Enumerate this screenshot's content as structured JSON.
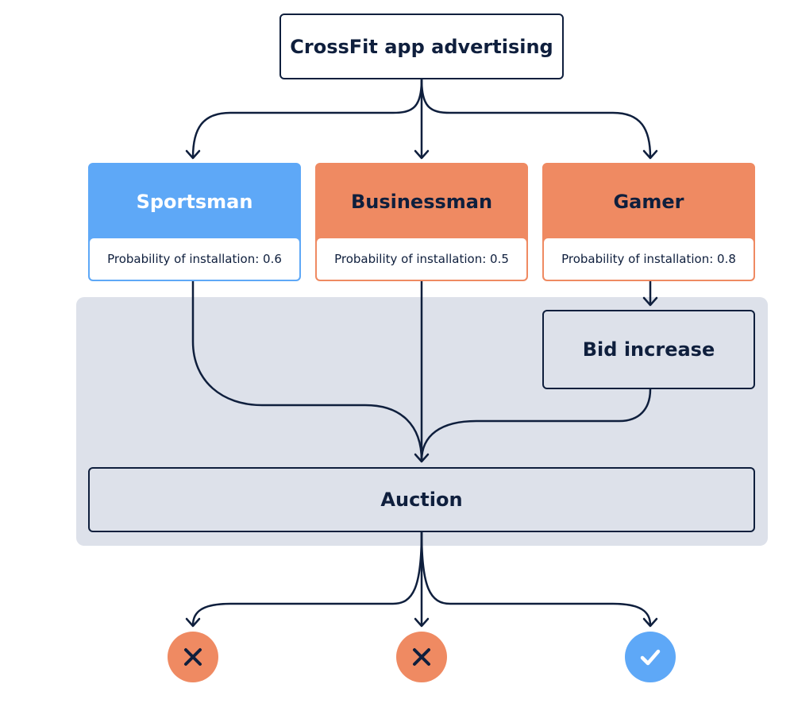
{
  "title": "CrossFit app advertising",
  "segments": [
    {
      "name": "Sportsman",
      "probability_label": "Probability of installation: 0.6",
      "probability": 0.6,
      "color": "#5ea8f7"
    },
    {
      "name": "Businessman",
      "probability_label": "Probability of installation: 0.5",
      "probability": 0.5,
      "color": "#ef8a62"
    },
    {
      "name": "Gamer",
      "probability_label": "Probability of installation: 0.8",
      "probability": 0.8,
      "color": "#ef8a62"
    }
  ],
  "bid_increase": "Bid increase",
  "auction": "Auction",
  "outcomes": [
    {
      "icon": "cross-icon",
      "color": "#ef8a62"
    },
    {
      "icon": "cross-icon",
      "color": "#ef8a62"
    },
    {
      "icon": "check-icon",
      "color": "#5ea8f7"
    }
  ],
  "colors": {
    "ink": "#0f1f3d",
    "blue": "#5ea8f7",
    "orange": "#ef8a62",
    "panel": "#dde1ea"
  }
}
